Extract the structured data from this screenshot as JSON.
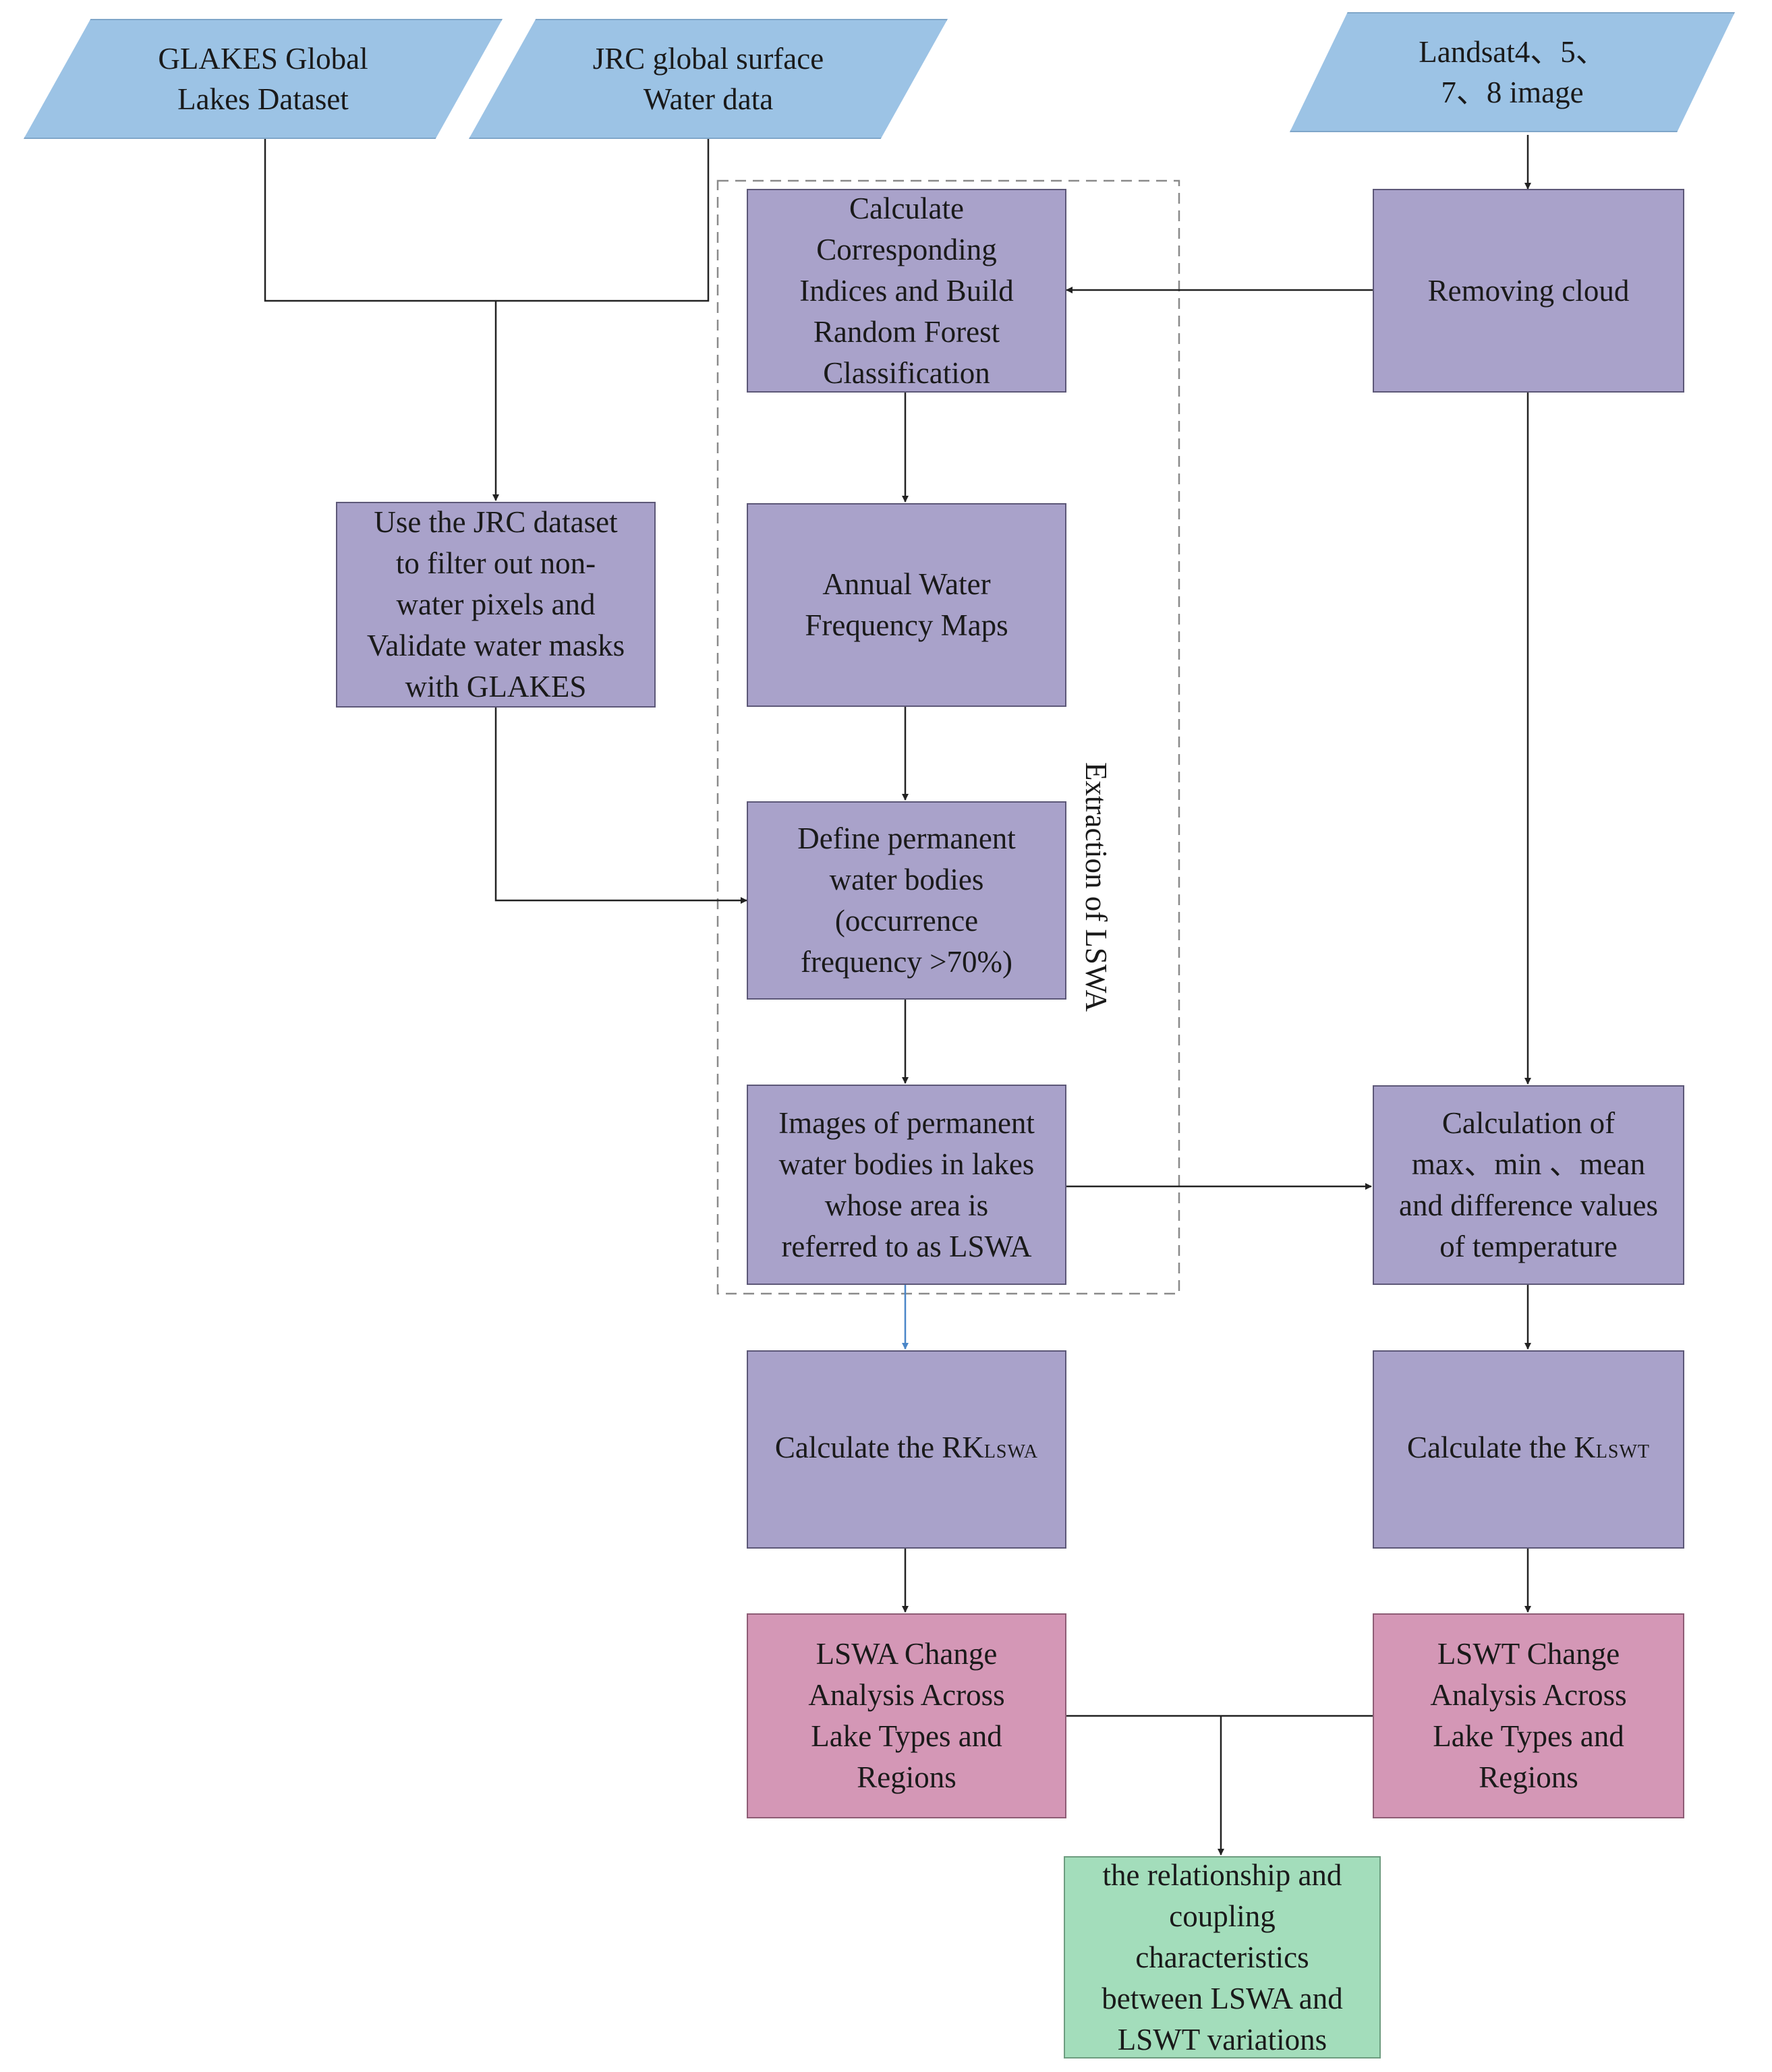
{
  "inputs": {
    "glakes": "GLAKES Global\nLakes Dataset",
    "jrc": "JRC global surface\nWater data",
    "landsat": "Landsat4、5、\n7、8 image"
  },
  "region_label": "Extraction of LSWA",
  "steps": {
    "calc_indices": "Calculate\nCorresponding\nIndices and Build\nRandom Forest\nClassification",
    "removing_cloud": "Removing cloud",
    "use_jrc": "Use the JRC dataset\nto filter out non-\nwater pixels and\nValidate water masks\nwith GLAKES",
    "annual_water": "Annual Water\nFrequency Maps",
    "define_permanent": "Define permanent\nwater bodies\n(occurrence\nfrequency >70%)",
    "images_permanent": "Images of permanent\nwater bodies in lakes\nwhose area is\nreferred to as LSWA",
    "calc_temperature": "Calculation of\nmax、min 、mean\nand difference values\nof temperature",
    "calc_rk_main": "Calculate the RK",
    "calc_rk_sub": "LSWA",
    "calc_k_main": "Calculate the K",
    "calc_k_sub": "LSWT"
  },
  "analyses": {
    "lswa": "LSWA Change\nAnalysis Across\nLake Types and\nRegions",
    "lswt": "LSWT Change\nAnalysis Across\nLake Types and\nRegions"
  },
  "result": "the relationship and\ncoupling\ncharacteristics\nbetween LSWA and\nLSWT variations",
  "colors": {
    "input": "#9cc3e5",
    "process": "#a9a2ca",
    "analysis": "#d497b6",
    "result": "#a3ddbb",
    "blue_arrow": "#4a86c8"
  }
}
